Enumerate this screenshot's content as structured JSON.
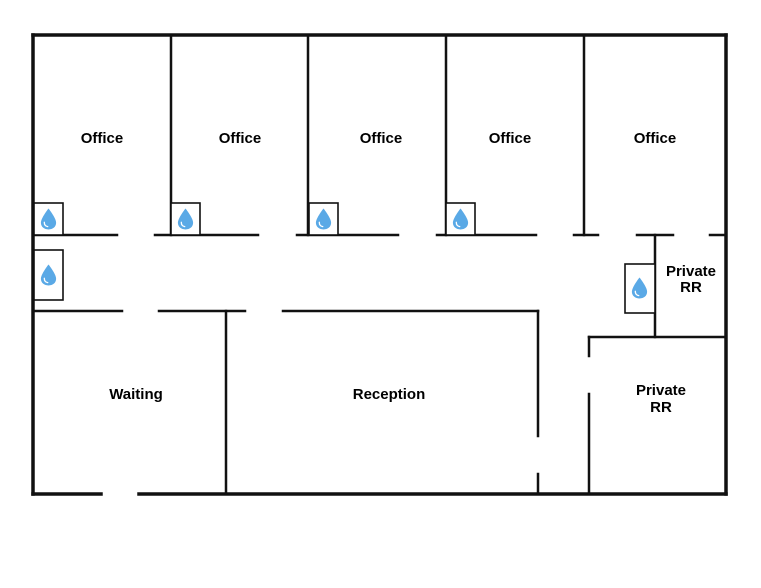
{
  "floor_plan": {
    "rooms": {
      "office_1": "Office",
      "office_2": "Office",
      "office_3": "Office",
      "office_4": "Office",
      "office_5": "Office",
      "private_rr_upper": [
        "Private",
        "RR"
      ],
      "private_rr_lower": [
        "Private",
        "RR"
      ],
      "waiting": "Waiting",
      "reception": "Reception"
    },
    "fixture_icon": "water-drop-icon",
    "colors": {
      "wall": "#111111",
      "water_drop": "#5aa9e6",
      "background": "#ffffff"
    }
  }
}
